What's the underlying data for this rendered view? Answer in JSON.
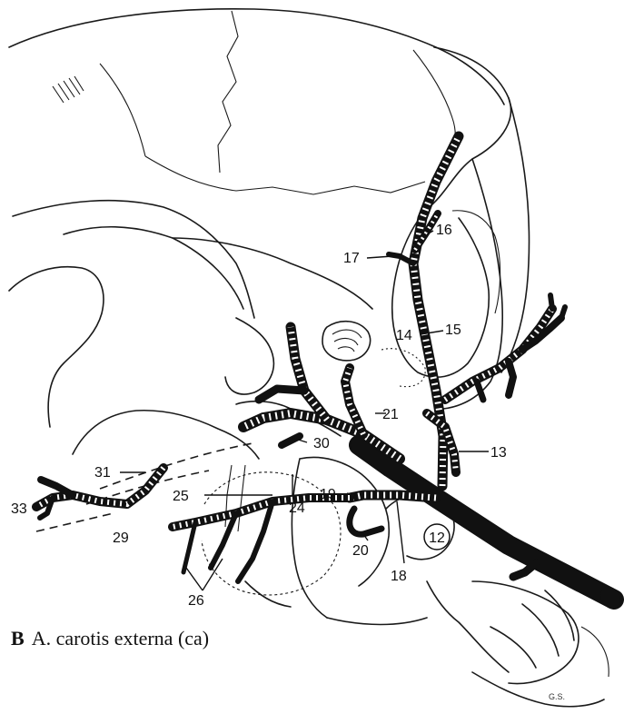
{
  "figure": {
    "panel_letter": "B",
    "caption": "A. carotis externa (ca)",
    "artist_initials": "G.S."
  },
  "labels": {
    "l12": "12",
    "l13": "13",
    "l14": "14",
    "l15": "15",
    "l16": "16",
    "l17": "17",
    "l18": "18",
    "l19": "19",
    "l20": "20",
    "l21": "21",
    "l24": "24",
    "l25": "25",
    "l26": "26",
    "l29": "29",
    "l30": "30",
    "l31": "31",
    "l33": "33"
  }
}
